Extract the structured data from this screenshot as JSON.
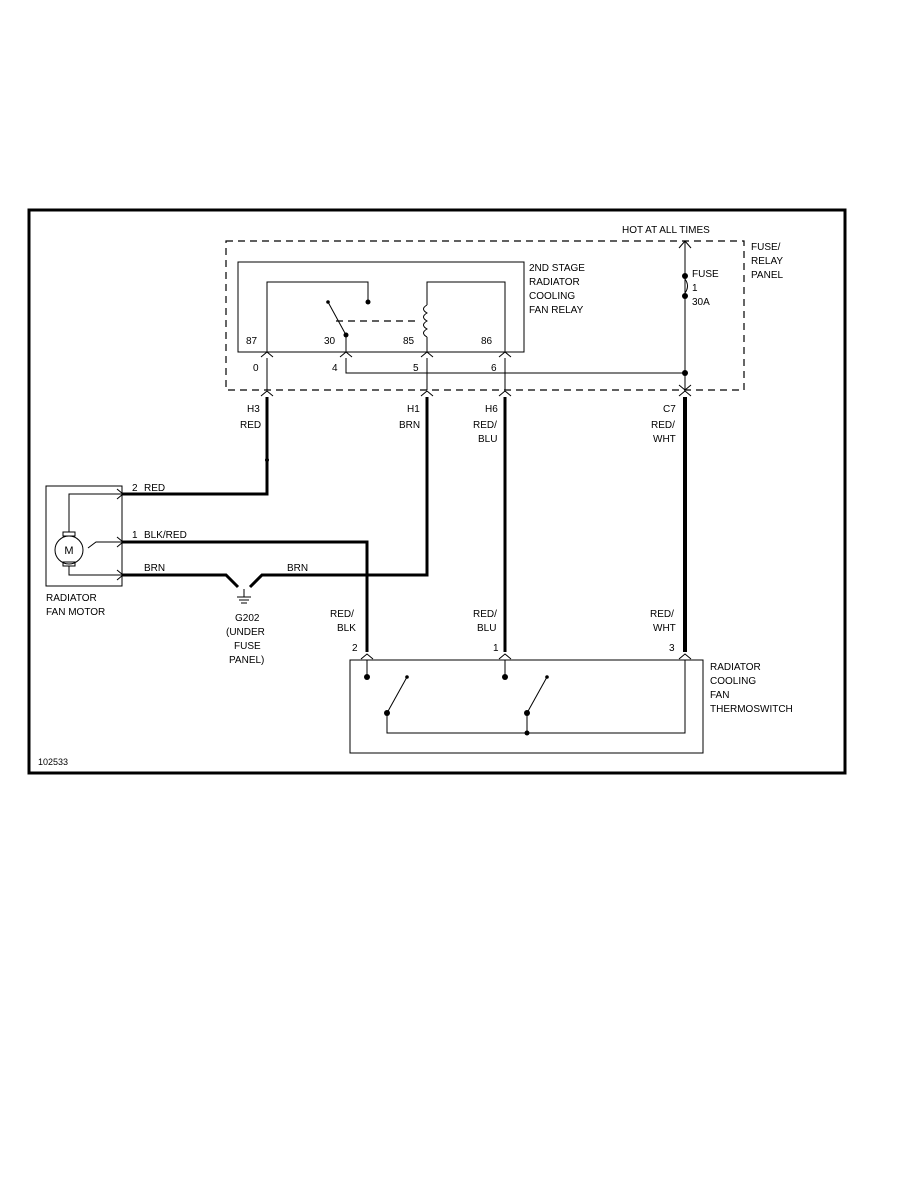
{
  "diagram": {
    "hot_label": "HOT AT ALL TIMES",
    "fuse_panel": [
      "FUSE/",
      "RELAY",
      "PANEL"
    ],
    "relay": {
      "name": [
        "2ND STAGE",
        "RADIATOR",
        "COOLING",
        "FAN RELAY"
      ],
      "terminals": [
        "87",
        "30",
        "85",
        "86"
      ]
    },
    "fuse": {
      "label": "FUSE",
      "number": "1",
      "rating": "30A"
    },
    "panel_pins": [
      "0",
      "4",
      "5",
      "6"
    ],
    "connectors": [
      "H3",
      "H1",
      "H6",
      "C7"
    ],
    "wire_colors_top": {
      "h3": "RED",
      "h1": "BRN",
      "h6": [
        "RED/",
        "BLU"
      ],
      "c7": [
        "RED/",
        "WHT"
      ]
    },
    "motor": {
      "symbol": "M",
      "pins": [
        {
          "num": "2",
          "color": "RED"
        },
        {
          "num": "1",
          "color": "BLK/RED"
        },
        {
          "num": "",
          "color": "BRN"
        }
      ],
      "name": [
        "RADIATOR",
        "FAN MOTOR"
      ]
    },
    "ground": {
      "wire_color": "BRN",
      "label": [
        "G202",
        "(UNDER",
        "FUSE",
        "PANEL)"
      ]
    },
    "switch_wires": {
      "pin2": [
        "RED/",
        "BLK"
      ],
      "pin1": [
        "RED/",
        "BLU"
      ],
      "pin3": [
        "RED/",
        "WHT"
      ]
    },
    "switch_pins": [
      "2",
      "1",
      "3"
    ],
    "thermoswitch_name": [
      "RADIATOR",
      "COOLING",
      "FAN",
      "THERMOSWITCH"
    ],
    "figure_id": "102533"
  }
}
